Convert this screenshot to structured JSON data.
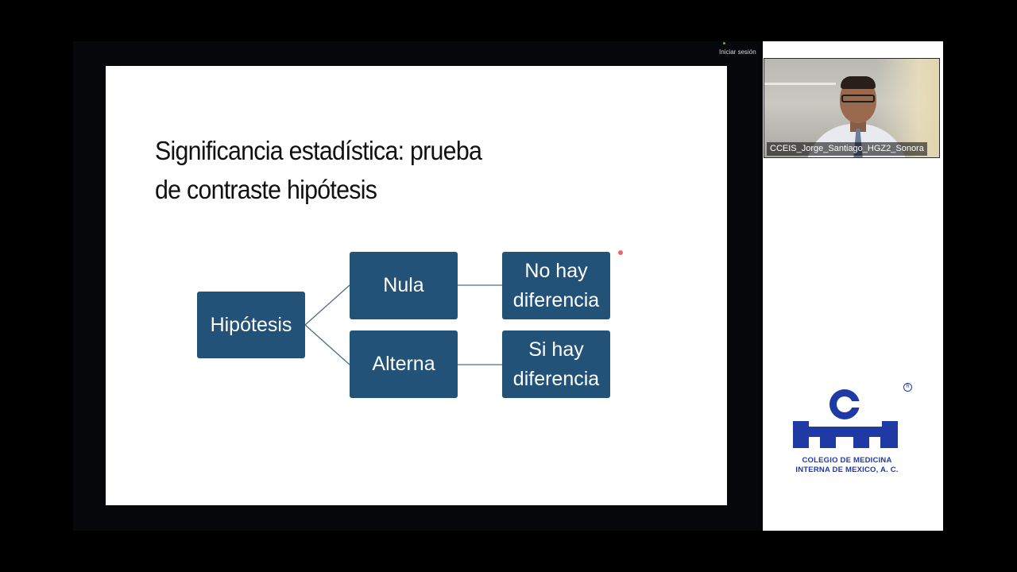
{
  "presentation": {
    "sign_in_label": "Iniciar sesión",
    "slide": {
      "title_line1": "Significancia estadística: prueba",
      "title_line2": "de contraste hipótesis",
      "diagram": {
        "root": "Hipótesis",
        "branch_null": "Nula",
        "branch_alt": "Alterna",
        "leaf_null_line1": "No hay",
        "leaf_null_line2": "diferencia",
        "leaf_alt_line1": "Si hay",
        "leaf_alt_line2": "diferencia"
      }
    }
  },
  "participant": {
    "name": "CCEIS_Jorge_Santiago_HGZ2_Sonora"
  },
  "logo": {
    "line1": "COLEGIO DE MEDICINA",
    "line2": "INTERNA DE MEXICO, A. C.",
    "registered_mark": "R"
  },
  "colors": {
    "node_fill": "#235278",
    "logo_blue": "#1f3aa5",
    "background": "#000000"
  }
}
